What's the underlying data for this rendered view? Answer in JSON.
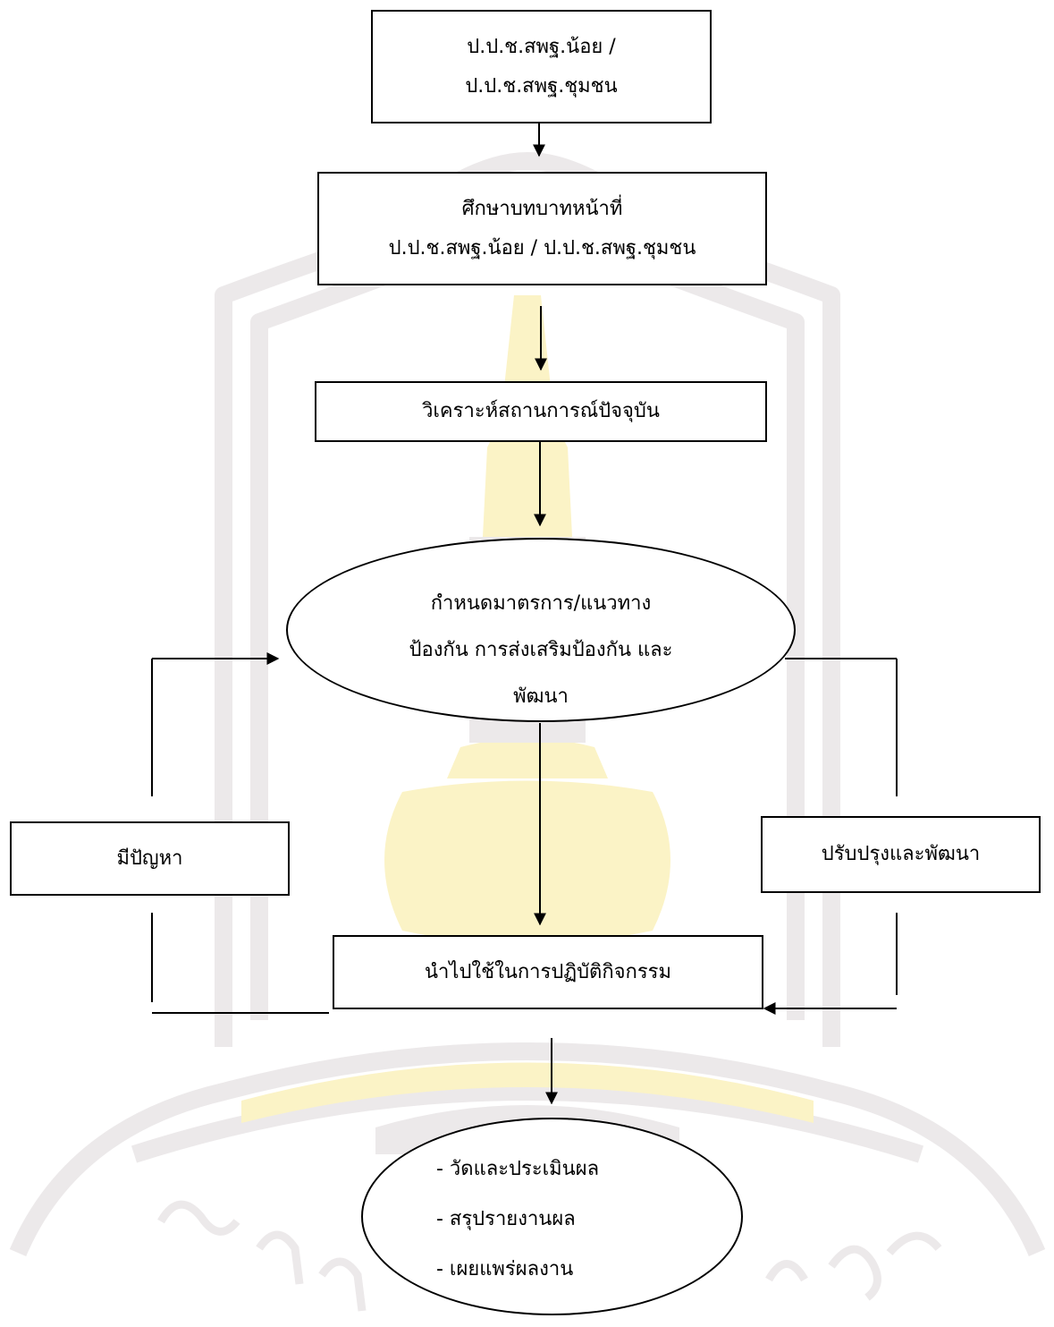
{
  "diagram": {
    "start_box": {
      "lines": [
        "ป.ป.ช.สพฐ.น้อย /",
        "ป.ป.ช.สพฐ.ชุมชน"
      ]
    },
    "study_box": {
      "lines": [
        "ศึกษาบทบาทหน้าที่",
        "ป.ป.ช.สพฐ.น้อย / ป.ป.ช.สพฐ.ชุมชน"
      ]
    },
    "analyze_box": {
      "label": "วิเคราะห์สถานการณ์ปัจจุบัน"
    },
    "measures_ellipse": {
      "lines": [
        "กำหนดมาตรการ/แนวทาง",
        "ป้องกัน การส่งเสริมป้องกัน และ",
        "พัฒนา"
      ]
    },
    "problem_box": {
      "label": "มีปัญหา"
    },
    "improve_box": {
      "label": "ปรับปรุงและพัฒนา"
    },
    "apply_box": {
      "label": "นำไปใช้ในการปฏิบัติกิจกรรม"
    },
    "evaluate_ellipse": {
      "lines": [
        "- วัดและประเมินผล",
        "- สรุปรายงานผล",
        "- เผยแพร่ผลงาน"
      ]
    }
  },
  "colors": {
    "line": "#000000",
    "watermark_gray": "#ece9ea",
    "watermark_yellow": "#fbf3c6"
  }
}
